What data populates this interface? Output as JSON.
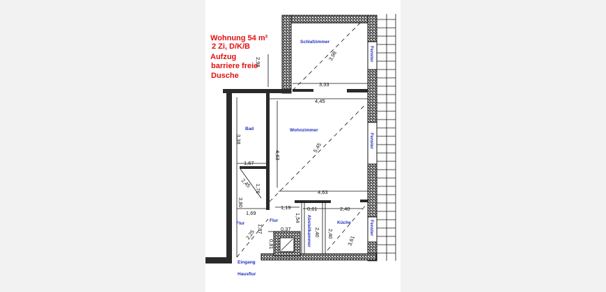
{
  "info": {
    "apartment": "Wohnung   54 m²",
    "rooms": "2 Zi, D/K/B",
    "elevator": "Aufzug",
    "barrier_free": "barriere freie",
    "shower": "Dusche"
  },
  "rooms": {
    "bedroom": "Schlafzimmer",
    "living": "Wohnzimmer",
    "bath": "Bad",
    "hall1": "Flur",
    "hall2": "Flur",
    "storage": "Abstellkammer",
    "kitchen": "Küche",
    "entrance": "Eingang",
    "stairwell": "Hausflur",
    "window1": "Fenster",
    "window2": "Fenster",
    "window3": "Fenster"
  },
  "dimensions": {
    "d1": "2,98",
    "d2": "3,98",
    "d3": "3,33",
    "d4": "4,45",
    "d5": "3,38",
    "d6": "4,63",
    "d7": "5,45",
    "d8": "1,67",
    "d9": "2,45",
    "d10": "1,76",
    "d11": "3,80",
    "d12": "4,63",
    "d13": "1,69",
    "d14": "1,19",
    "d15": "0,61",
    "d16": "2,40",
    "d17": "1,54",
    "d18": "2,40",
    "d19": "2,40",
    "d20": "3,61",
    "d21": "0,37",
    "d22": "1,87",
    "d23": "2,25",
    "d24": "0,81"
  },
  "colors": {
    "info_text": "#e01010",
    "room_text": "#2030c0",
    "background": "#f2f2f2"
  }
}
